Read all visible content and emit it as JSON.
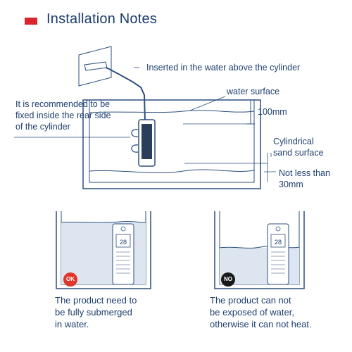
{
  "header": {
    "title": "Installation Notes",
    "accent_color": "#d9242b"
  },
  "diagram": {
    "label_inserted": "Inserted in the water above the cylinder",
    "label_recommended": [
      "It is recommended to be",
      "fixed inside the rear side",
      "of the cylinder"
    ],
    "label_water_surface": "water surface",
    "label_100mm": "100mm",
    "label_sand": [
      "Cylindrical",
      "sand surface"
    ],
    "label_not_less": [
      "Not less than",
      "30mm"
    ]
  },
  "panels": [
    {
      "badge": "OK",
      "badge_color": "#e0352b",
      "display": "28",
      "caption": [
        "The product need to",
        "be fully submerged",
        "in water."
      ]
    },
    {
      "badge": "NO",
      "badge_color": "#1a1a1a",
      "display": "28",
      "caption": [
        "The product can not",
        "be exposed of water,",
        "otherwise it can not heat."
      ]
    }
  ]
}
